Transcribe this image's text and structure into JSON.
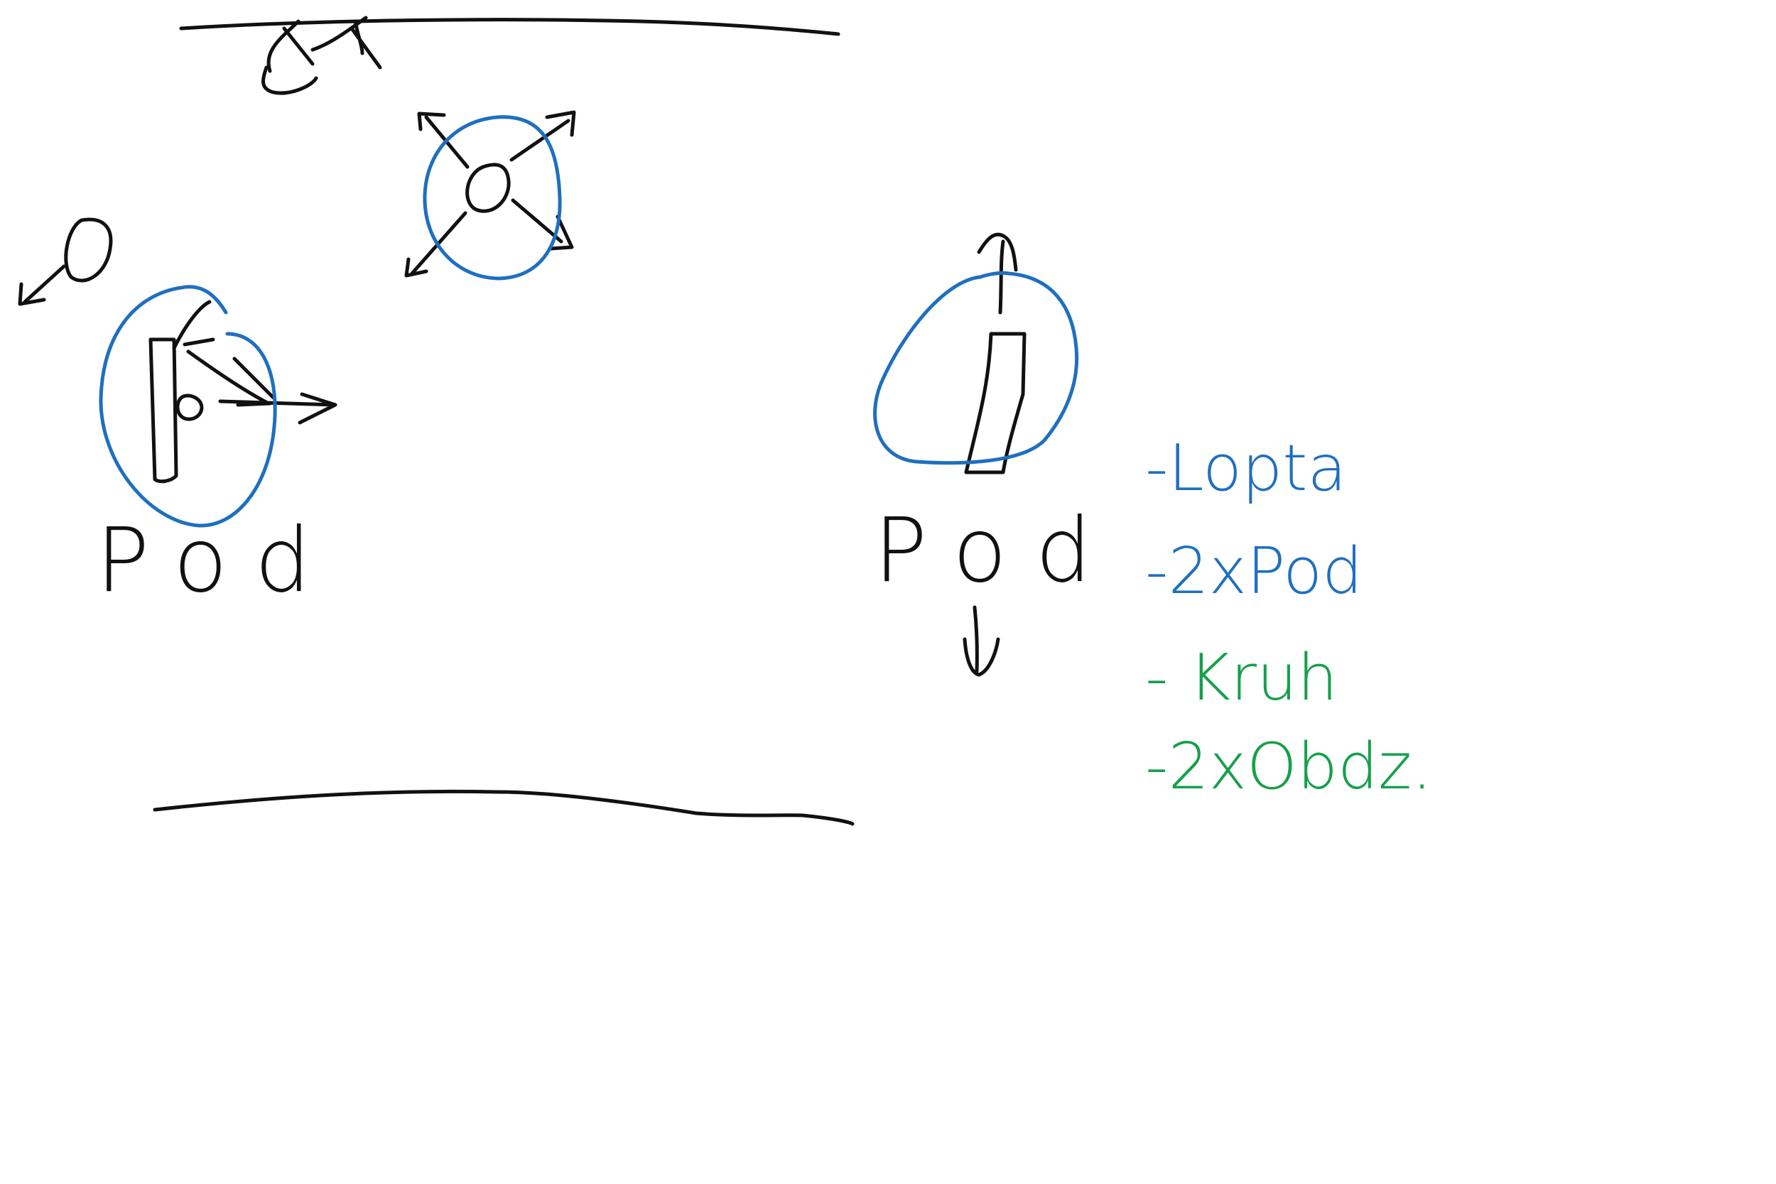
{
  "labels": {
    "pod_left": "Pod",
    "pod_right": "Pod"
  },
  "legend": {
    "item1": "-Lopta",
    "item2": "-2xPod",
    "item3": "- Kruh",
    "item4": "-2xObdz."
  },
  "colors": {
    "ink": "#111111",
    "blue": "#1f6fc0",
    "green": "#16a04a",
    "background": "#ffffff"
  }
}
